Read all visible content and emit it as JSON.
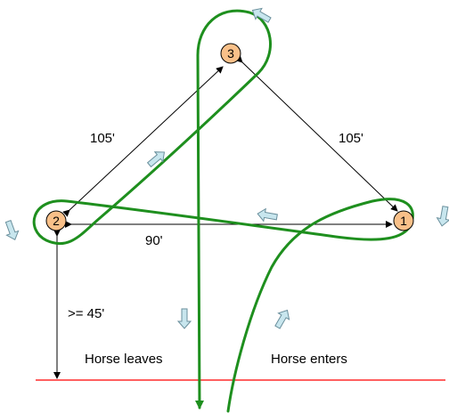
{
  "barrels": {
    "b1": "1",
    "b2": "2",
    "b3": "3"
  },
  "distances": {
    "left_side": "105'",
    "right_side": "105'",
    "bottom_side": "90'",
    "to_line": ">= 45'"
  },
  "labels": {
    "horse_leaves": "Horse leaves",
    "horse_enters": "Horse enters"
  },
  "colors": {
    "barrel_fill": "#f9c089",
    "path_green": "#1e8f1e",
    "start_line": "#ff0000",
    "direction_arrow_fill": "#c8e6ee"
  }
}
